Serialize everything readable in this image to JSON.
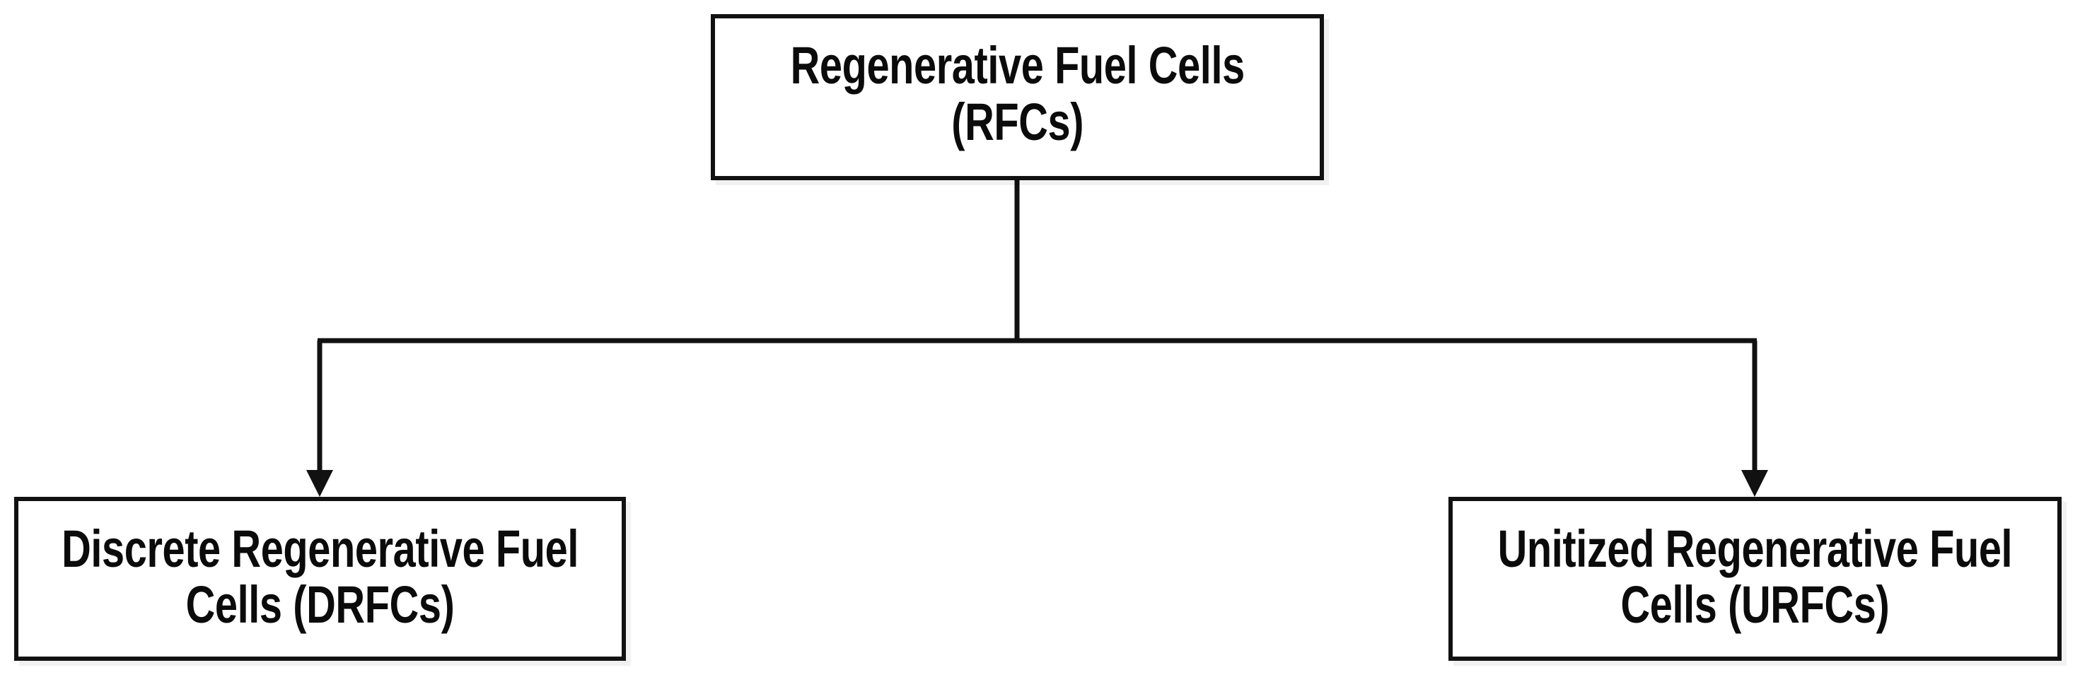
{
  "diagram": {
    "type": "hierarchy-tree",
    "background_color": "#ffffff",
    "line_color": "#111111",
    "text_color": "#0b0b0b",
    "nodes": {
      "root": {
        "id": "rfc",
        "line1": "Regenerative Fuel Cells",
        "line2": "(RFCs)",
        "full_text": "Regenerative Fuel Cells (RFCs)",
        "abbreviation": "RFCs"
      },
      "child_left": {
        "id": "drfc",
        "line1": "Discrete Regenerative Fuel",
        "line2": "Cells (DRFCs)",
        "full_text": "Discrete Regenerative Fuel Cells (DRFCs)",
        "abbreviation": "DRFCs"
      },
      "child_right": {
        "id": "urfc",
        "line1": "Unitized Regenerative Fuel",
        "line2": "Cells (URFCs)",
        "full_text": "Unitized Regenerative Fuel Cells (URFCs)",
        "abbreviation": "URFCs"
      }
    },
    "edges": [
      {
        "from": "rfc",
        "to": "drfc",
        "style": "orthogonal-elbow",
        "arrowhead": "solid-triangle"
      },
      {
        "from": "rfc",
        "to": "urfc",
        "style": "orthogonal-elbow",
        "arrowhead": "solid-triangle"
      }
    ]
  }
}
